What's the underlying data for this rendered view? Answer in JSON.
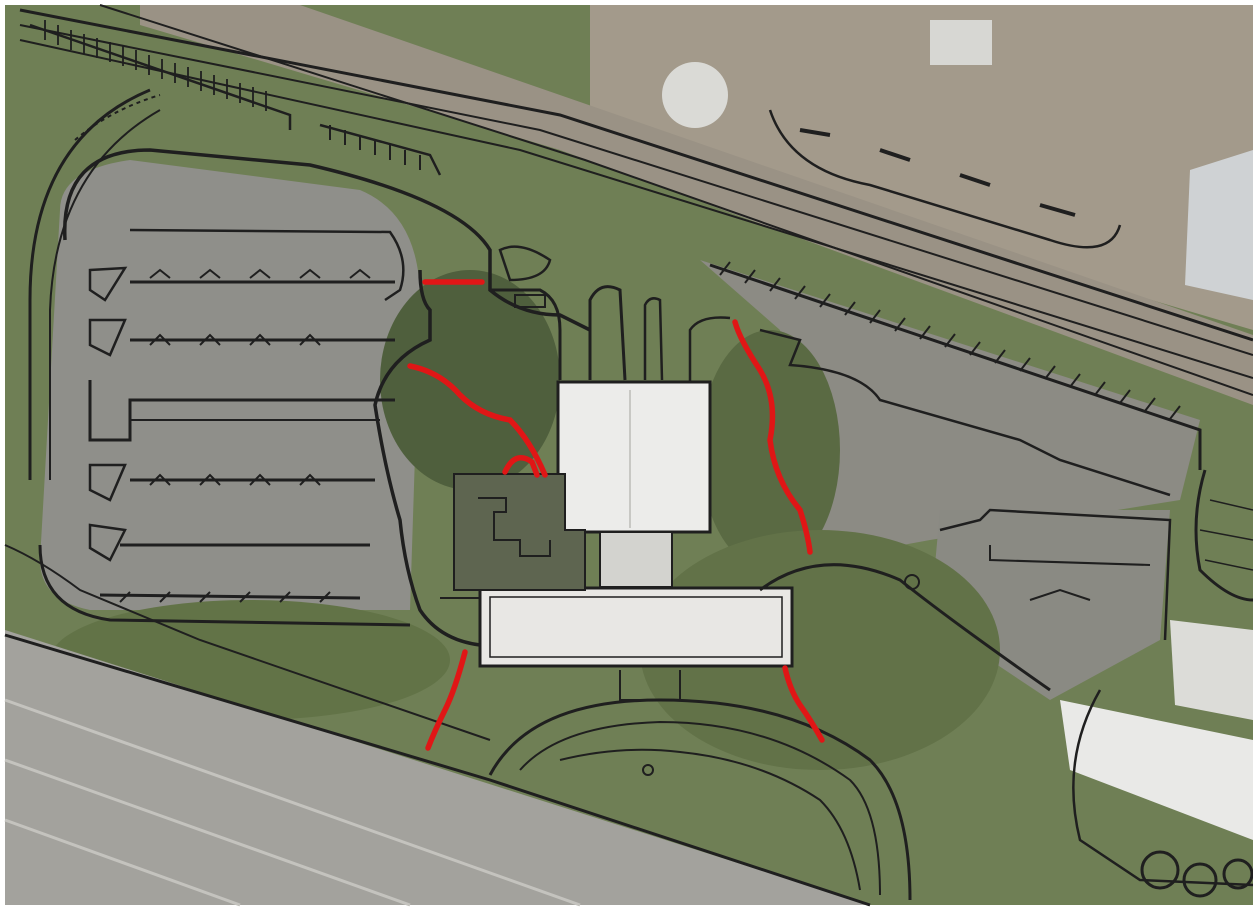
{
  "map": {
    "kind": "aerial site plan",
    "layers": [
      "aerial-photo",
      "site-linework",
      "proposed-paths"
    ],
    "colors": {
      "vegetation": "#6f7f55",
      "vegetation_dark": "#4f5f3d",
      "pavement": "#8f8f8a",
      "highway": "#a3a29d",
      "rail_corridor": "#9a9285",
      "roof": "#ececea",
      "roof_shadow": "#d3d3cf",
      "linework": "#1f1f1f",
      "proposed_path": "#e01616"
    },
    "icons": [
      "building-footprint",
      "parking-lot",
      "railway",
      "highway",
      "proposed-path"
    ]
  }
}
